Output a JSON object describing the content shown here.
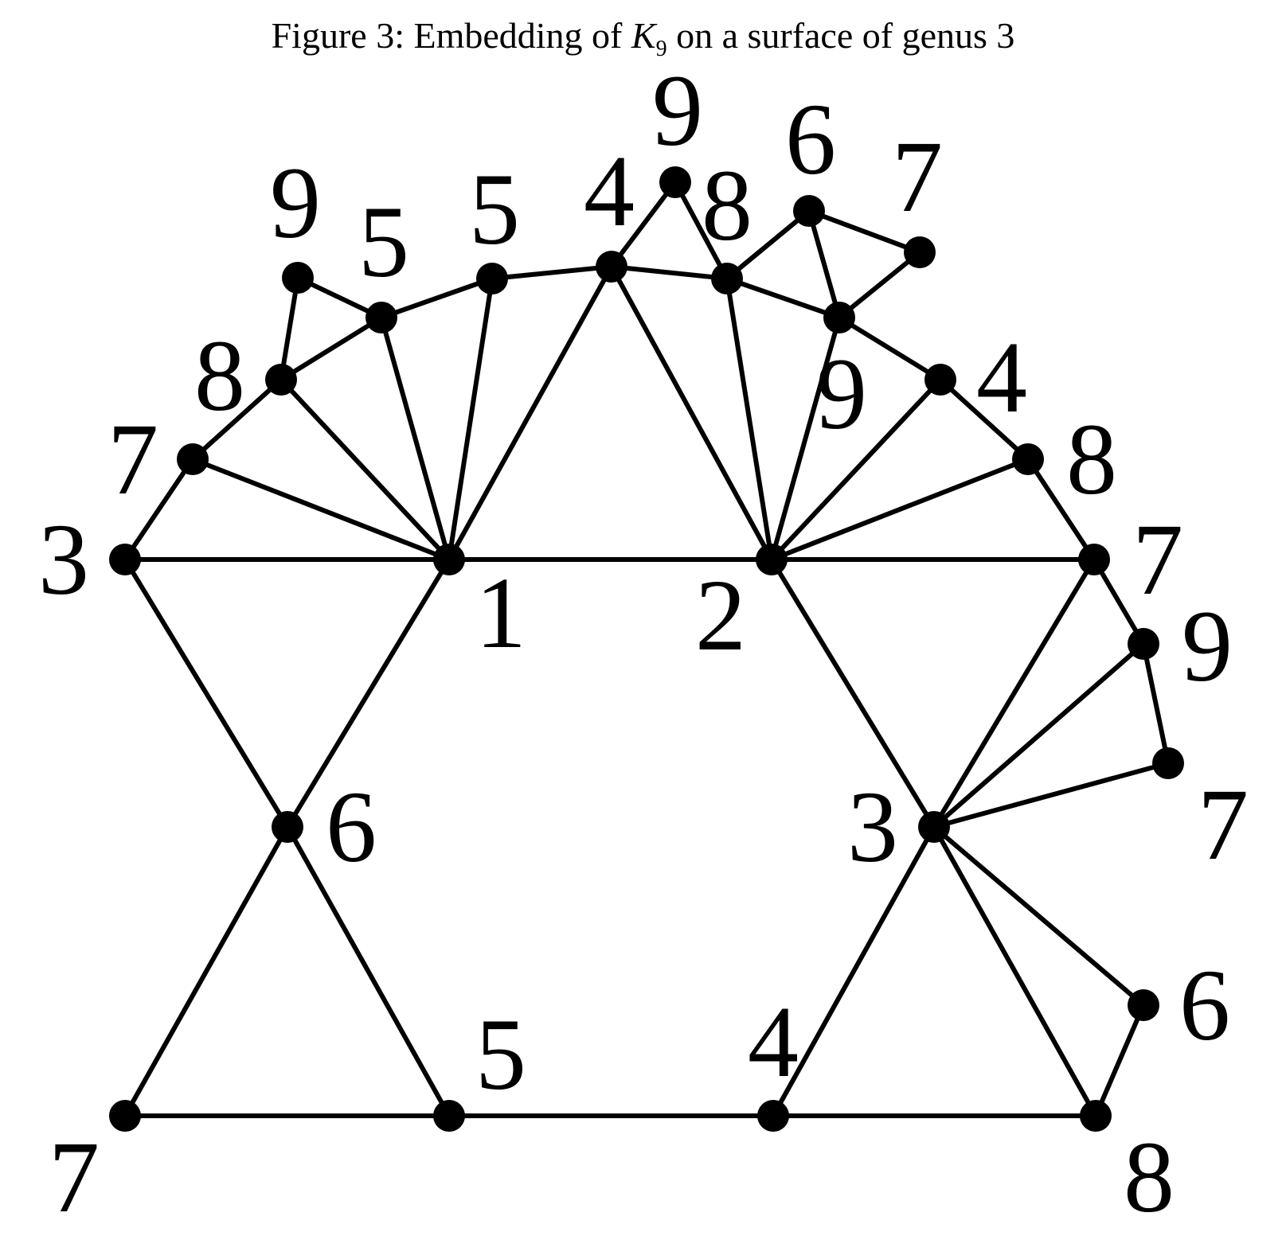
{
  "figure": {
    "title_prefix": "Figure 3: Embedding of ",
    "title_var": "K",
    "title_sub": "9",
    "title_suffix": " on a surface of genus 3"
  },
  "graph": {
    "node_labels": [
      "3",
      "1",
      "2",
      "5",
      "7",
      "8",
      "9",
      "5",
      "4",
      "9",
      "8",
      "6",
      "7",
      "9",
      "4",
      "8",
      "7",
      "6",
      "3",
      "9",
      "7",
      "6",
      "8",
      "4",
      "5",
      "7"
    ],
    "edge_color": "#000000",
    "node_color": "#000000"
  }
}
